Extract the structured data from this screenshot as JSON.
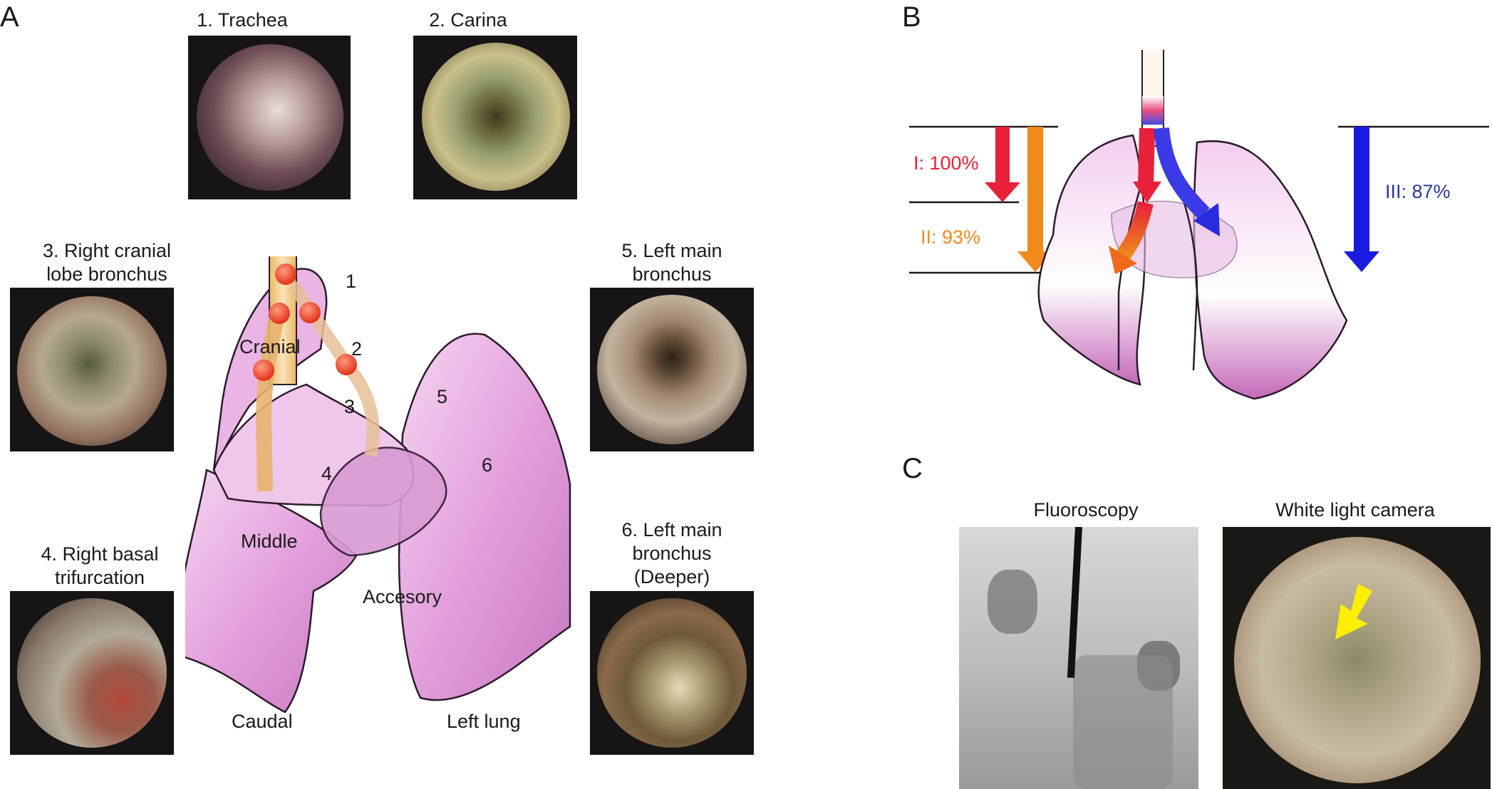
{
  "panels": {
    "a": "A",
    "b": "B",
    "c": "C"
  },
  "scope_images": [
    {
      "caption": "1. Trachea"
    },
    {
      "caption": "2. Carina"
    },
    {
      "caption": "3. Right cranial lobe bronchus"
    },
    {
      "caption": "4. Right basal trifurcation"
    },
    {
      "caption": "5. Left main bronchus"
    },
    {
      "caption": "6. Left main bronchus (Deeper)"
    }
  ],
  "caption_lines": {
    "c3": [
      "3. Right cranial",
      "lobe bronchus"
    ],
    "c4": [
      "4. Right basal",
      "trifurcation"
    ],
    "c5": [
      "5. Left main",
      "bronchus"
    ],
    "c6": [
      "6. Left main",
      "bronchus",
      "(Deeper)"
    ]
  },
  "lung_labels": {
    "cranial": "Cranial",
    "middle": "Middle",
    "accessory": "Accesory",
    "caudal": "Caudal",
    "left": "Left lung"
  },
  "markers": [
    "1",
    "2",
    "3",
    "4",
    "5",
    "6"
  ],
  "reach": {
    "I": {
      "label": "I: 100%",
      "value": 100,
      "color": "#e8203a"
    },
    "II": {
      "label": "II: 93%",
      "value": 93,
      "color": "#f08a1c"
    },
    "III": {
      "label": "III: 87%",
      "value": 87,
      "color": "#1a1ae0"
    }
  },
  "panel_c": {
    "fluoro_label": "Fluoroscopy",
    "camera_label": "White light camera"
  },
  "colors": {
    "lung": "#e8a6e0",
    "trachea": "#f2c98a",
    "marker": "#ee3322",
    "pointer": "#ffee00"
  }
}
